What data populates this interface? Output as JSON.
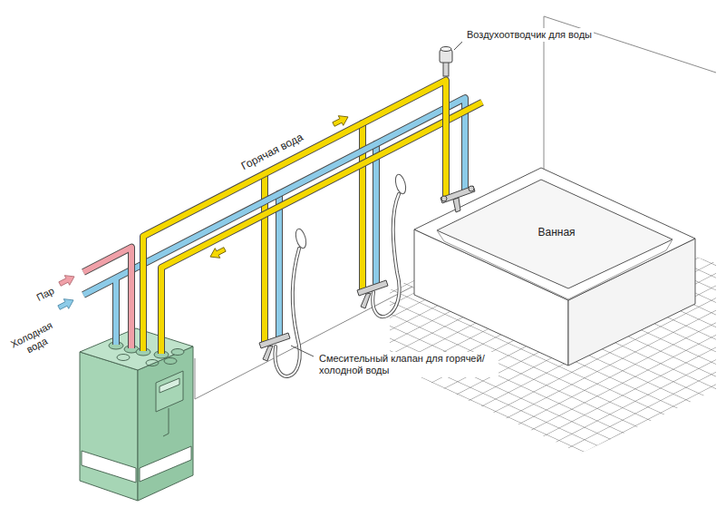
{
  "diagram": {
    "labels": [
      "Воздухоотводчик для воды",
      "Горячая вода",
      "Ванная",
      "Пар",
      "Холодная вода",
      "Смесительный клапан для горячей/ холодной воды"
    ]
  }
}
